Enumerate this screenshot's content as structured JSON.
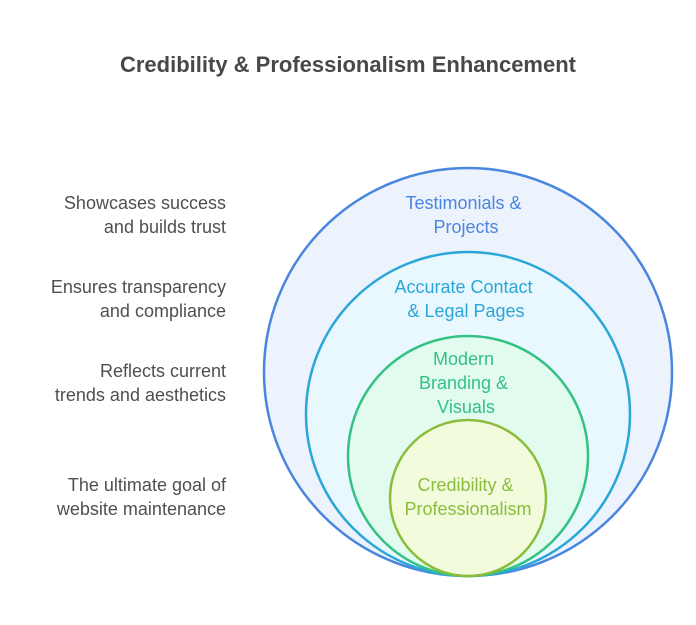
{
  "title": "Credibility & Professionalism Enhancement",
  "descriptions": [
    {
      "lines": [
        "Showcases success",
        "and builds trust"
      ]
    },
    {
      "lines": [
        "Ensures transparency",
        "and compliance"
      ]
    },
    {
      "lines": [
        "Reflects current",
        "trends and aesthetics"
      ]
    },
    {
      "lines": [
        "The ultimate goal of",
        "website maintenance"
      ]
    }
  ],
  "layers": [
    {
      "name": "testimonials-projects",
      "lines": [
        "Testimonials &",
        "Projects"
      ],
      "stroke": "#4a86df",
      "fill": "#edf3fd",
      "text": "#4a86df"
    },
    {
      "name": "contact-legal",
      "lines": [
        "Accurate Contact",
        "& Legal Pages"
      ],
      "stroke": "#2aa6d8",
      "fill": "#e8f8fe",
      "text": "#2aa6d8"
    },
    {
      "name": "branding-visuals",
      "lines": [
        "Modern",
        "Branding &",
        "Visuals"
      ],
      "stroke": "#33c184",
      "fill": "#e2fbef",
      "text": "#33c184"
    },
    {
      "name": "credibility-professionalism",
      "lines": [
        "Credibility &",
        "Professionalism"
      ],
      "stroke": "#8bbd3c",
      "fill": "#f2fcdc",
      "text": "#8bbd3c"
    }
  ]
}
